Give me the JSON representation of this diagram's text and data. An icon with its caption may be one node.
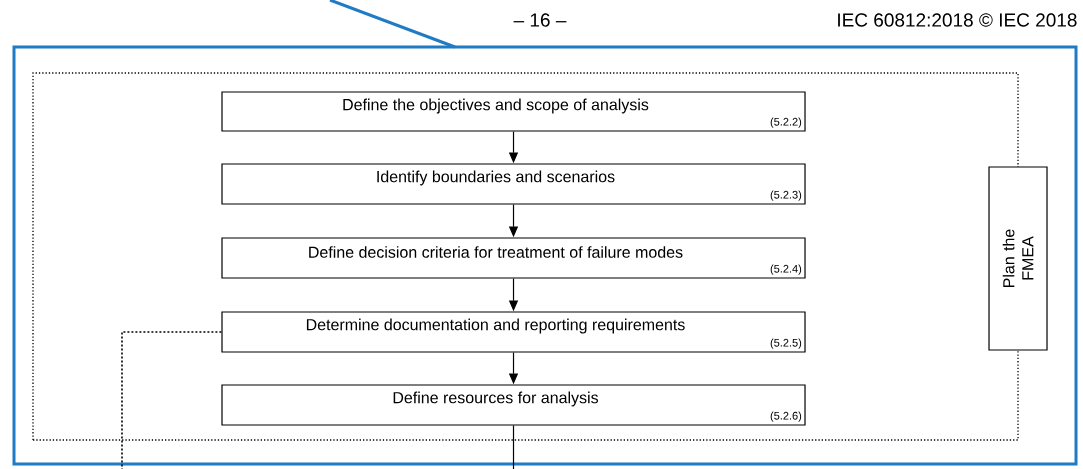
{
  "diagram": {
    "nodes": [
      {
        "text": [],
        "shape": "box"
      },
      {
        "text": [],
        "shape": "box",
        "in": 0
      },
      {
        "text": [
          "Define the objectives and scope of analysis",
          "(5.2.2)"
        ],
        "in": 1
      },
      {
        "text": [
          "Identify boundaries and scenarios",
          "(5.2.3)"
        ],
        "in": 1
      },
      {
        "text": [
          "Define decision criteria for treatment of failure modes",
          "(5.2.4)"
        ],
        "in": 1
      },
      {
        "text": [
          "Determine documentation and reporting requirements",
          "(5.2.5)"
        ],
        "in": 1
      },
      {
        "text": [
          "Define resources for analysis",
          "(5.2.6)"
        ],
        "in": 1
      },
      {
        "text": [
          "Plan the FMEA"
        ],
        "in": 0
      }
    ],
    "edges": [
      {
        "from": null,
        "to": 0,
        "arrow": "none",
        "style": "thick",
        "color": "#1f7bc4"
      },
      {
        "from": 2,
        "to": 3,
        "arrow": "to"
      },
      {
        "from": 3,
        "to": 4,
        "arrow": "to"
      },
      {
        "from": 4,
        "to": 5,
        "arrow": "to"
      },
      {
        "from": 5,
        "to": 6,
        "arrow": "to"
      },
      {
        "from": 5,
        "to": null,
        "arrow": "none",
        "style": "dashed"
      },
      {
        "from": 6,
        "to": null,
        "arrow": "none"
      }
    ],
    "labels": [
      "– 16 –",
      "IEC 60812:2018 © IEC 2018"
    ]
  }
}
